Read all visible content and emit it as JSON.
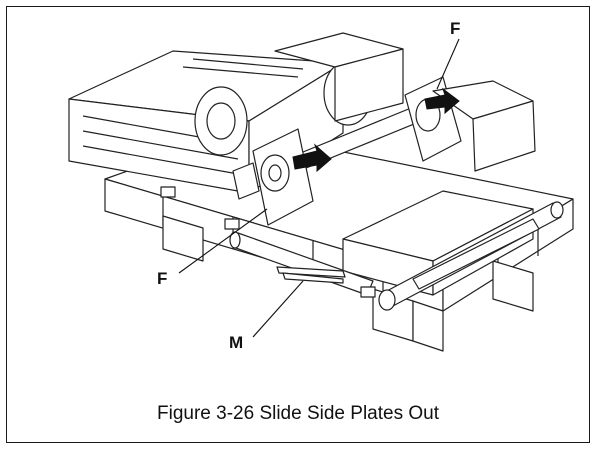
{
  "figure": {
    "caption": "Figure 3-26  Slide Side Plates Out",
    "callouts": {
      "f_top": "F",
      "f_left": "F",
      "m": "M"
    }
  }
}
